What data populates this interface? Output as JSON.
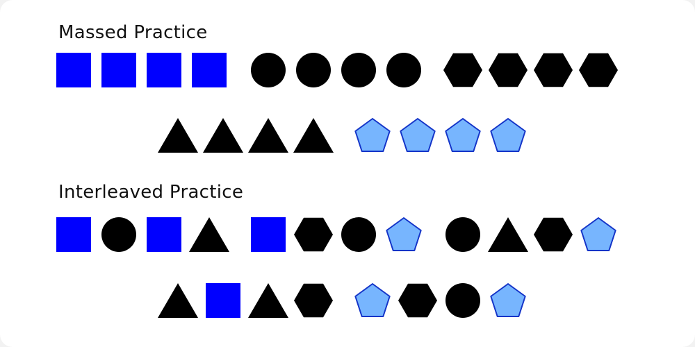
{
  "massed": {
    "title": "Massed Practice",
    "rows": [
      [
        "square",
        "square",
        "square",
        "square",
        "gap",
        "circle",
        "circle",
        "circle",
        "circle",
        "gap",
        "hexagon",
        "hexagon",
        "hexagon",
        "hexagon"
      ],
      [
        "triangle",
        "triangle",
        "triangle",
        "triangle",
        "gap",
        "pentagon",
        "pentagon",
        "pentagon",
        "pentagon"
      ]
    ]
  },
  "interleaved": {
    "title": "Interleaved Practice",
    "rows": [
      [
        "square",
        "circle",
        "square",
        "triangle",
        "gap",
        "square",
        "hexagon",
        "circle",
        "pentagon",
        "gap",
        "circle",
        "triangle",
        "hexagon",
        "pentagon"
      ],
      [
        "triangle",
        "square",
        "triangle",
        "hexagon",
        "gap",
        "pentagon",
        "hexagon",
        "circle",
        "pentagon"
      ]
    ]
  },
  "colors": {
    "square_fill": "#0000ff",
    "dark_fill": "#000000",
    "pentagon_fill": "#77b5fe",
    "pentagon_stroke": "#1434c8",
    "background": "#ffffff"
  }
}
